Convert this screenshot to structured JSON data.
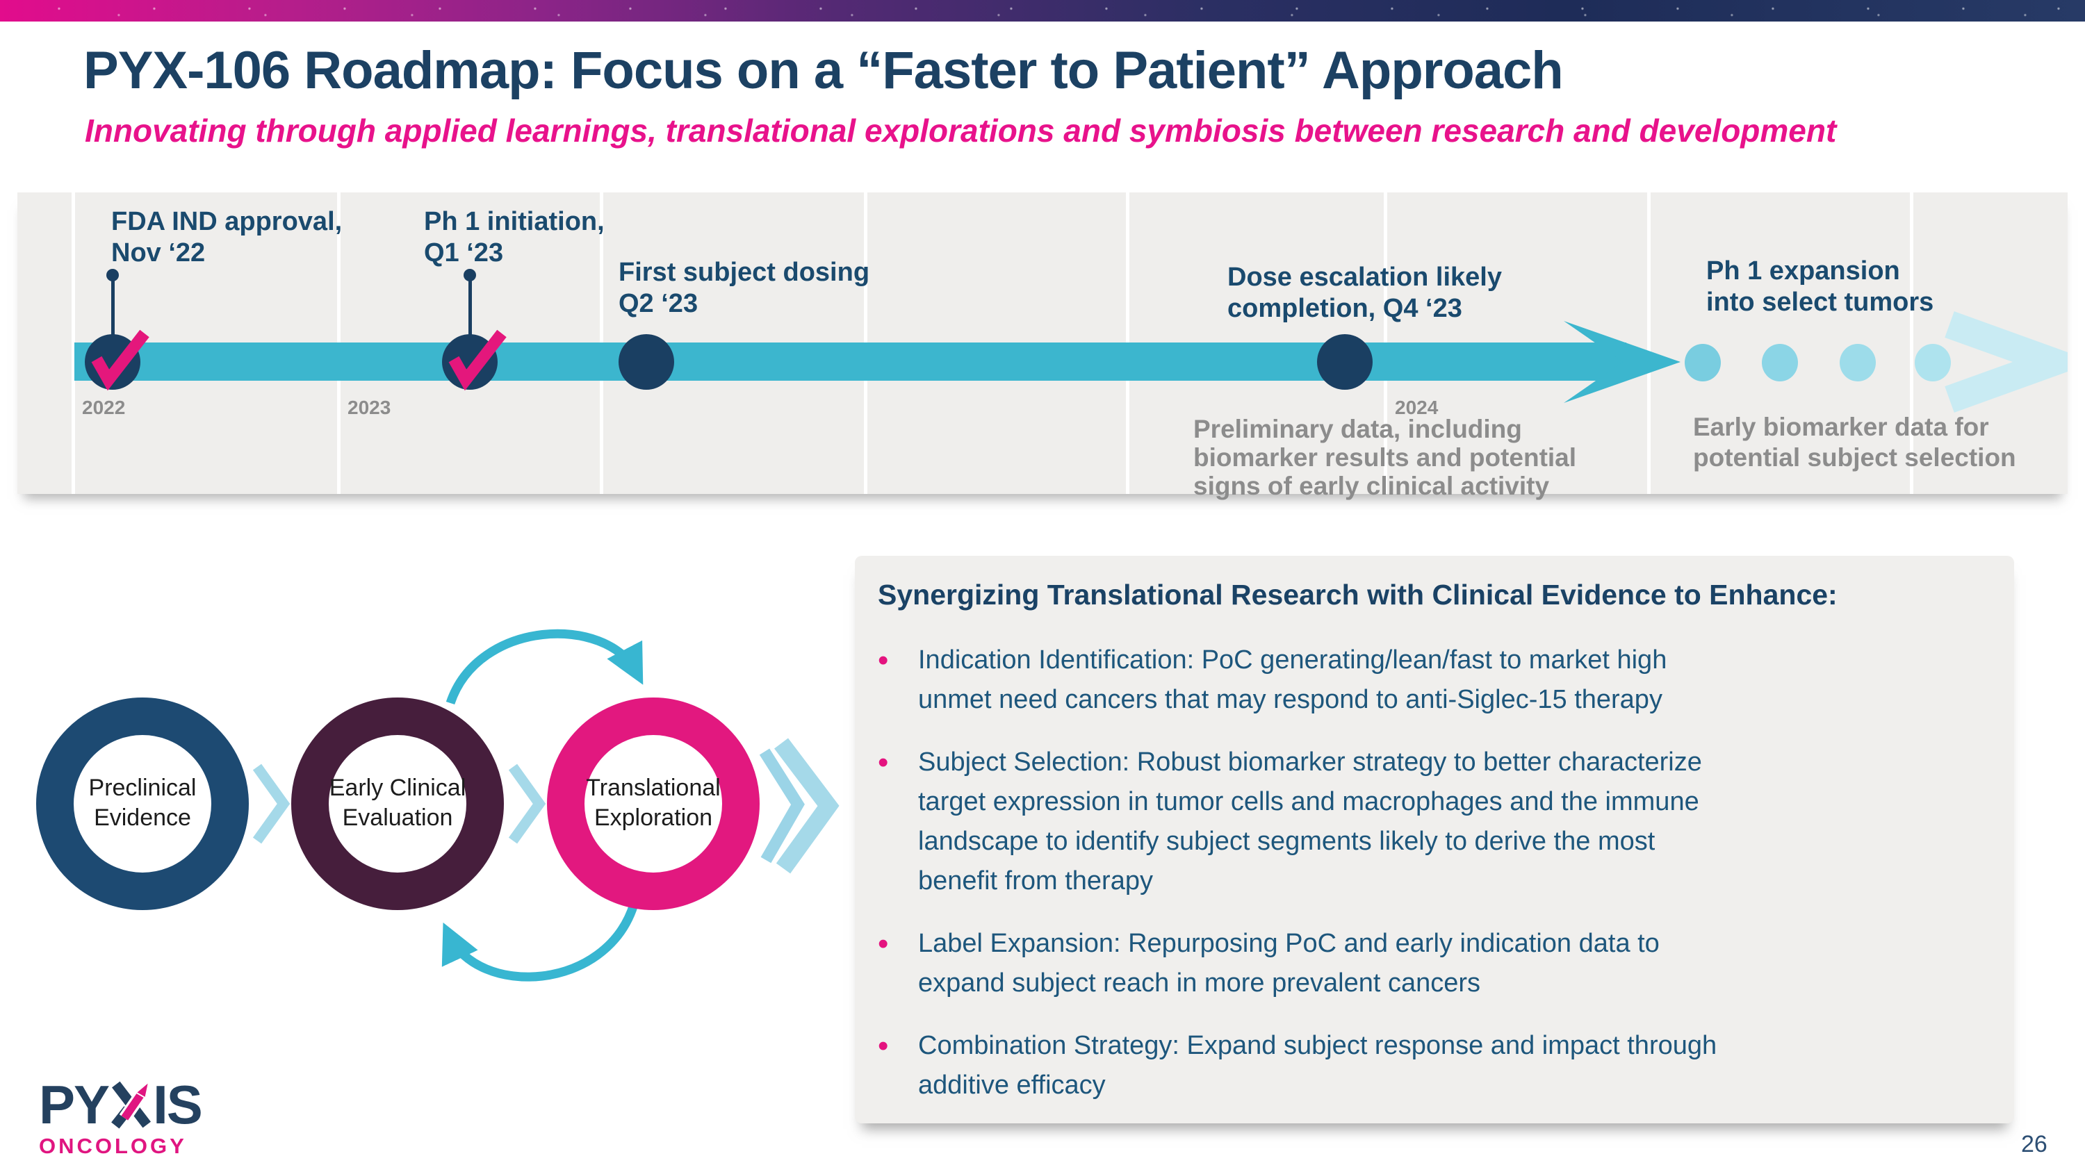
{
  "slide": {
    "title": "PYX-106 Roadmap: Focus on a “Faster to Patient” Approach",
    "subtitle": "Innovating through applied learnings, translational explorations and symbiosis between research and development",
    "page_number": "26"
  },
  "timeline": {
    "years": [
      "2022",
      "2023",
      "2024"
    ],
    "milestones": [
      {
        "id": "fda-ind-approval",
        "status": "completed",
        "lines": [
          "FDA IND approval,",
          "Nov ‘22"
        ]
      },
      {
        "id": "ph1-initiation",
        "status": "completed",
        "lines": [
          "Ph 1 initiation,",
          "Q1 ‘23"
        ]
      },
      {
        "id": "first-subject-dosing",
        "status": "upcoming",
        "lines": [
          "First subject dosing",
          "Q2 ‘23"
        ]
      },
      {
        "id": "dose-escalation-completion",
        "status": "upcoming",
        "lines": [
          "Dose escalation likely",
          "completion, Q4 ‘23"
        ]
      },
      {
        "id": "ph1-expansion",
        "status": "future",
        "lines": [
          "Ph 1 expansion",
          "into select tumors"
        ]
      }
    ],
    "notes": [
      {
        "id": "preliminary-data",
        "lines": [
          "Preliminary data, including",
          "biomarker results and potential",
          "signs of early clinical  activity"
        ]
      },
      {
        "id": "early-biomarker",
        "lines": [
          "Early biomarker data for",
          "potential subject selection"
        ]
      }
    ],
    "checkmark_glyph": "✔"
  },
  "diagram": {
    "stages": [
      {
        "id": "preclinical-evidence",
        "lines": [
          "Preclinical",
          "Evidence"
        ]
      },
      {
        "id": "early-clinical-evaluation",
        "lines": [
          "Early Clinical",
          "Evaluation"
        ]
      },
      {
        "id": "translational-exploration",
        "lines": [
          "Translational",
          "Exploration"
        ]
      }
    ]
  },
  "panel": {
    "heading": "Synergizing Translational Research with Clinical Evidence to Enhance:",
    "bullet_char": "•",
    "bullets": [
      {
        "lines": [
          "Indication Identification: PoC generating/lean/fast to market high",
          "unmet need cancers that may respond to anti-Siglec-15 therapy"
        ]
      },
      {
        "lines": [
          "Subject Selection: Robust biomarker strategy to better characterize",
          "target expression in tumor cells and macrophages and the immune",
          "landscape to identify subject segments likely to derive the most",
          "benefit from therapy"
        ]
      },
      {
        "lines": [
          "Label Expansion: Repurposing PoC and early indication data to",
          "expand subject reach in more prevalent cancers"
        ]
      },
      {
        "lines": [
          "Combination Strategy: Expand subject response and impact through",
          "additive efficacy"
        ]
      }
    ]
  },
  "logo": {
    "text_before_x": "PY",
    "x_letter": "X",
    "text_after_x": "IS",
    "subtext": "ONCOLOGY"
  },
  "colors": {
    "accent_pink": "#e8128b",
    "navy": "#1a3f62",
    "teal": "#3cb6ce",
    "light_blue": "#a5d9e9",
    "ring_navy": "#1d4a72",
    "ring_plum": "#461e3c",
    "ring_pink": "#e2187f",
    "gray_text": "#8c8c8c"
  }
}
